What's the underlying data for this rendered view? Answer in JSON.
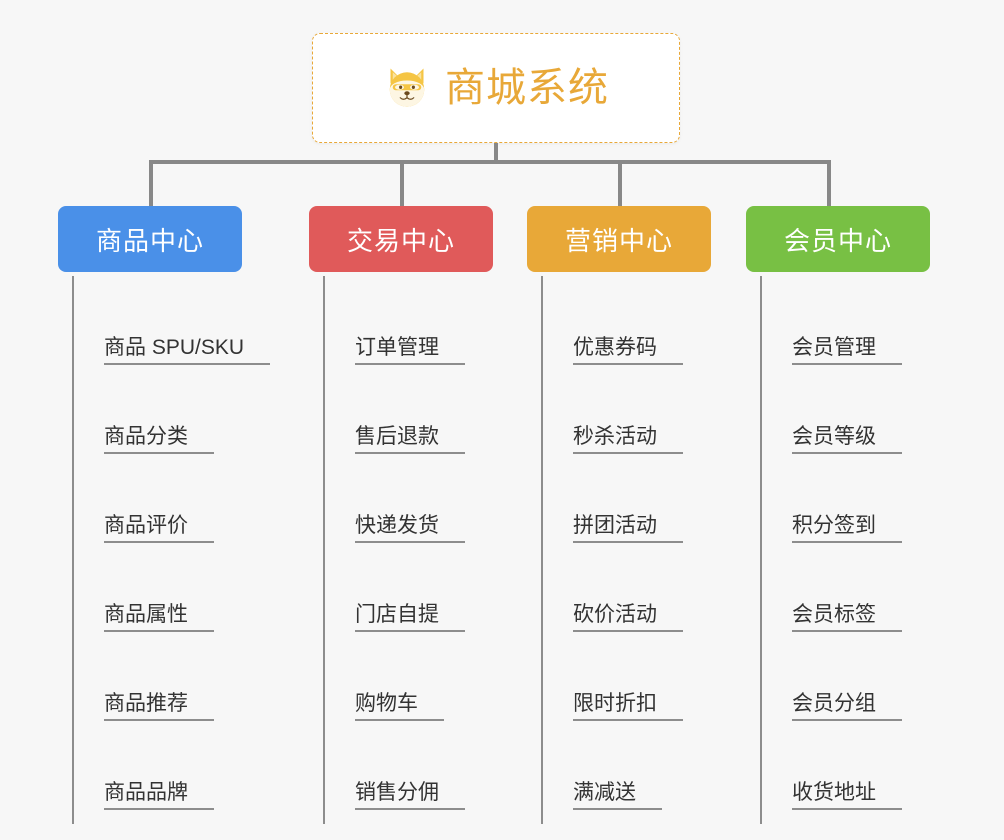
{
  "background_color": "#f7f7f7",
  "root": {
    "icon": "shiba-dog-face-icon",
    "title": "商城系统",
    "text_color": "#e8a838",
    "border_color": "#e8a838",
    "background_color": "#ffffff"
  },
  "connector_color": "#888888",
  "columns": [
    {
      "id": "product-center",
      "title": "商品中心",
      "color": "#4a90e8",
      "items": [
        "商品 SPU/SKU",
        "商品分类",
        "商品评价",
        "商品属性",
        "商品推荐",
        "商品品牌"
      ]
    },
    {
      "id": "trade-center",
      "title": "交易中心",
      "color": "#e05a5a",
      "items": [
        "订单管理",
        "售后退款",
        "快递发货",
        "门店自提",
        "购物车",
        "销售分佣"
      ]
    },
    {
      "id": "marketing-center",
      "title": "营销中心",
      "color": "#e8a838",
      "items": [
        "优惠券码",
        "秒杀活动",
        "拼团活动",
        "砍价活动",
        "限时折扣",
        "满减送"
      ]
    },
    {
      "id": "member-center",
      "title": "会员中心",
      "color": "#78c044",
      "items": [
        "会员管理",
        "会员等级",
        "积分签到",
        "会员标签",
        "会员分组",
        "收货地址"
      ]
    }
  ]
}
